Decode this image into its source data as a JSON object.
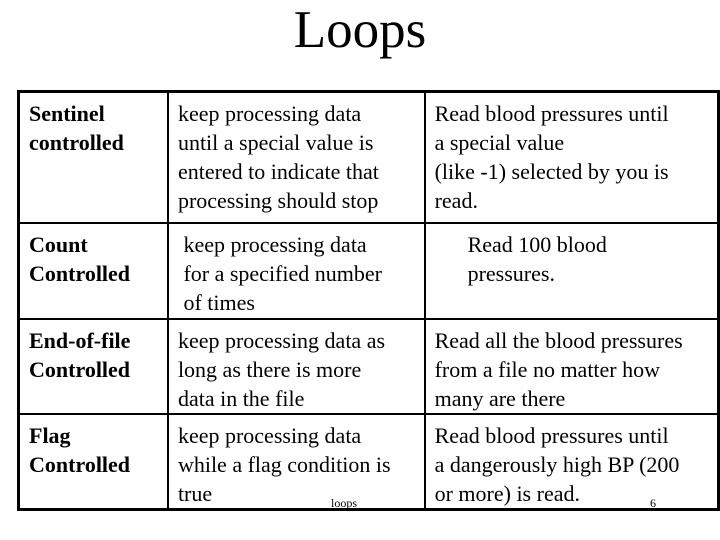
{
  "slide": {
    "title": "Loops",
    "footer": {
      "label": "loops",
      "page_number": "6"
    }
  },
  "table": {
    "rows": [
      {
        "type": "Sentinel\ncontrolled",
        "description": "keep processing data\nuntil a special value is\nentered to indicate that\nprocessing should stop",
        "example": "Read blood pressures until\na special value\n(like -1) selected by you is\nread."
      },
      {
        "type": "Count\nControlled",
        "description": " keep processing data\n for a specified number\n of times",
        "example": "      Read 100 blood\n      pressures."
      },
      {
        "type": "End-of-file\nControlled",
        "description": "keep processing data as\nlong as there is more\ndata in the file",
        "example": "Read all the blood pressures\nfrom a file no matter how\nmany are there"
      },
      {
        "type": "Flag\nControlled",
        "description": "keep processing data\nwhile a flag condition is\ntrue",
        "example": "Read blood pressures until\na dangerously high BP (200\nor more) is read."
      }
    ]
  },
  "colors": {
    "background": "#ffffff",
    "text": "#000000",
    "border": "#000000"
  }
}
